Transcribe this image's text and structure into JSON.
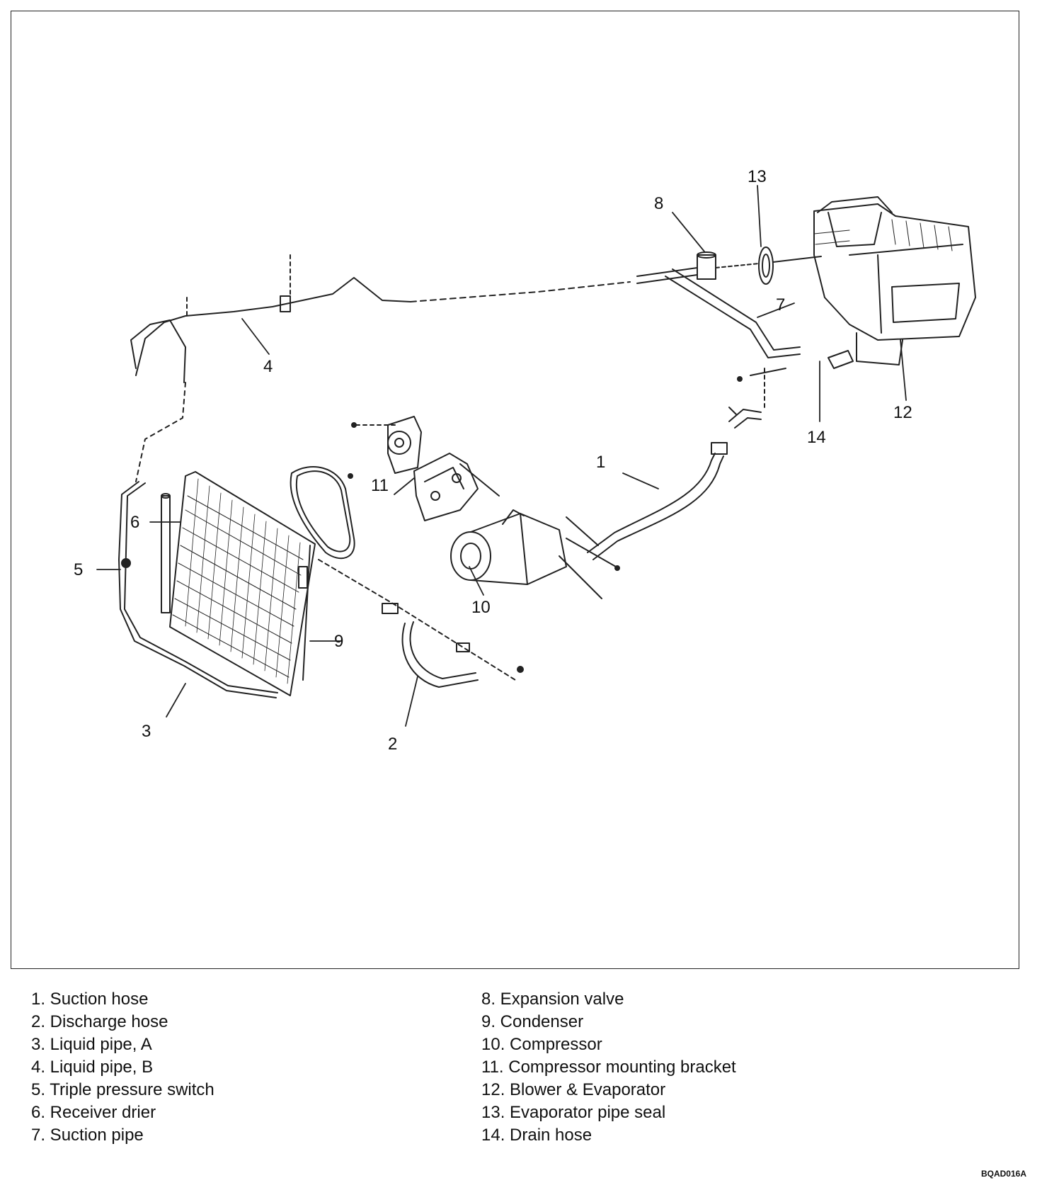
{
  "callouts": {
    "c1": "1",
    "c2": "2",
    "c3": "3",
    "c4": "4",
    "c5": "5",
    "c6": "6",
    "c7": "7",
    "c8": "8",
    "c9": "9",
    "c10": "10",
    "c11": "11",
    "c12": "12",
    "c13": "13",
    "c14": "14"
  },
  "legend": {
    "left": [
      "1. Suction hose",
      "2. Discharge hose",
      "3. Liquid pipe, A",
      "4. Liquid pipe, B",
      "5. Triple pressure switch",
      "6. Receiver drier",
      "7. Suction pipe"
    ],
    "right": [
      "8. Expansion valve",
      "9. Condenser",
      "10. Compressor",
      "11. Compressor mounting bracket",
      "12. Blower & Evaporator",
      "13. Evaporator pipe seal",
      "14. Drain hose"
    ]
  },
  "figure_code": "BQAD016A",
  "colors": {
    "line": "#222222",
    "background": "#ffffff"
  }
}
